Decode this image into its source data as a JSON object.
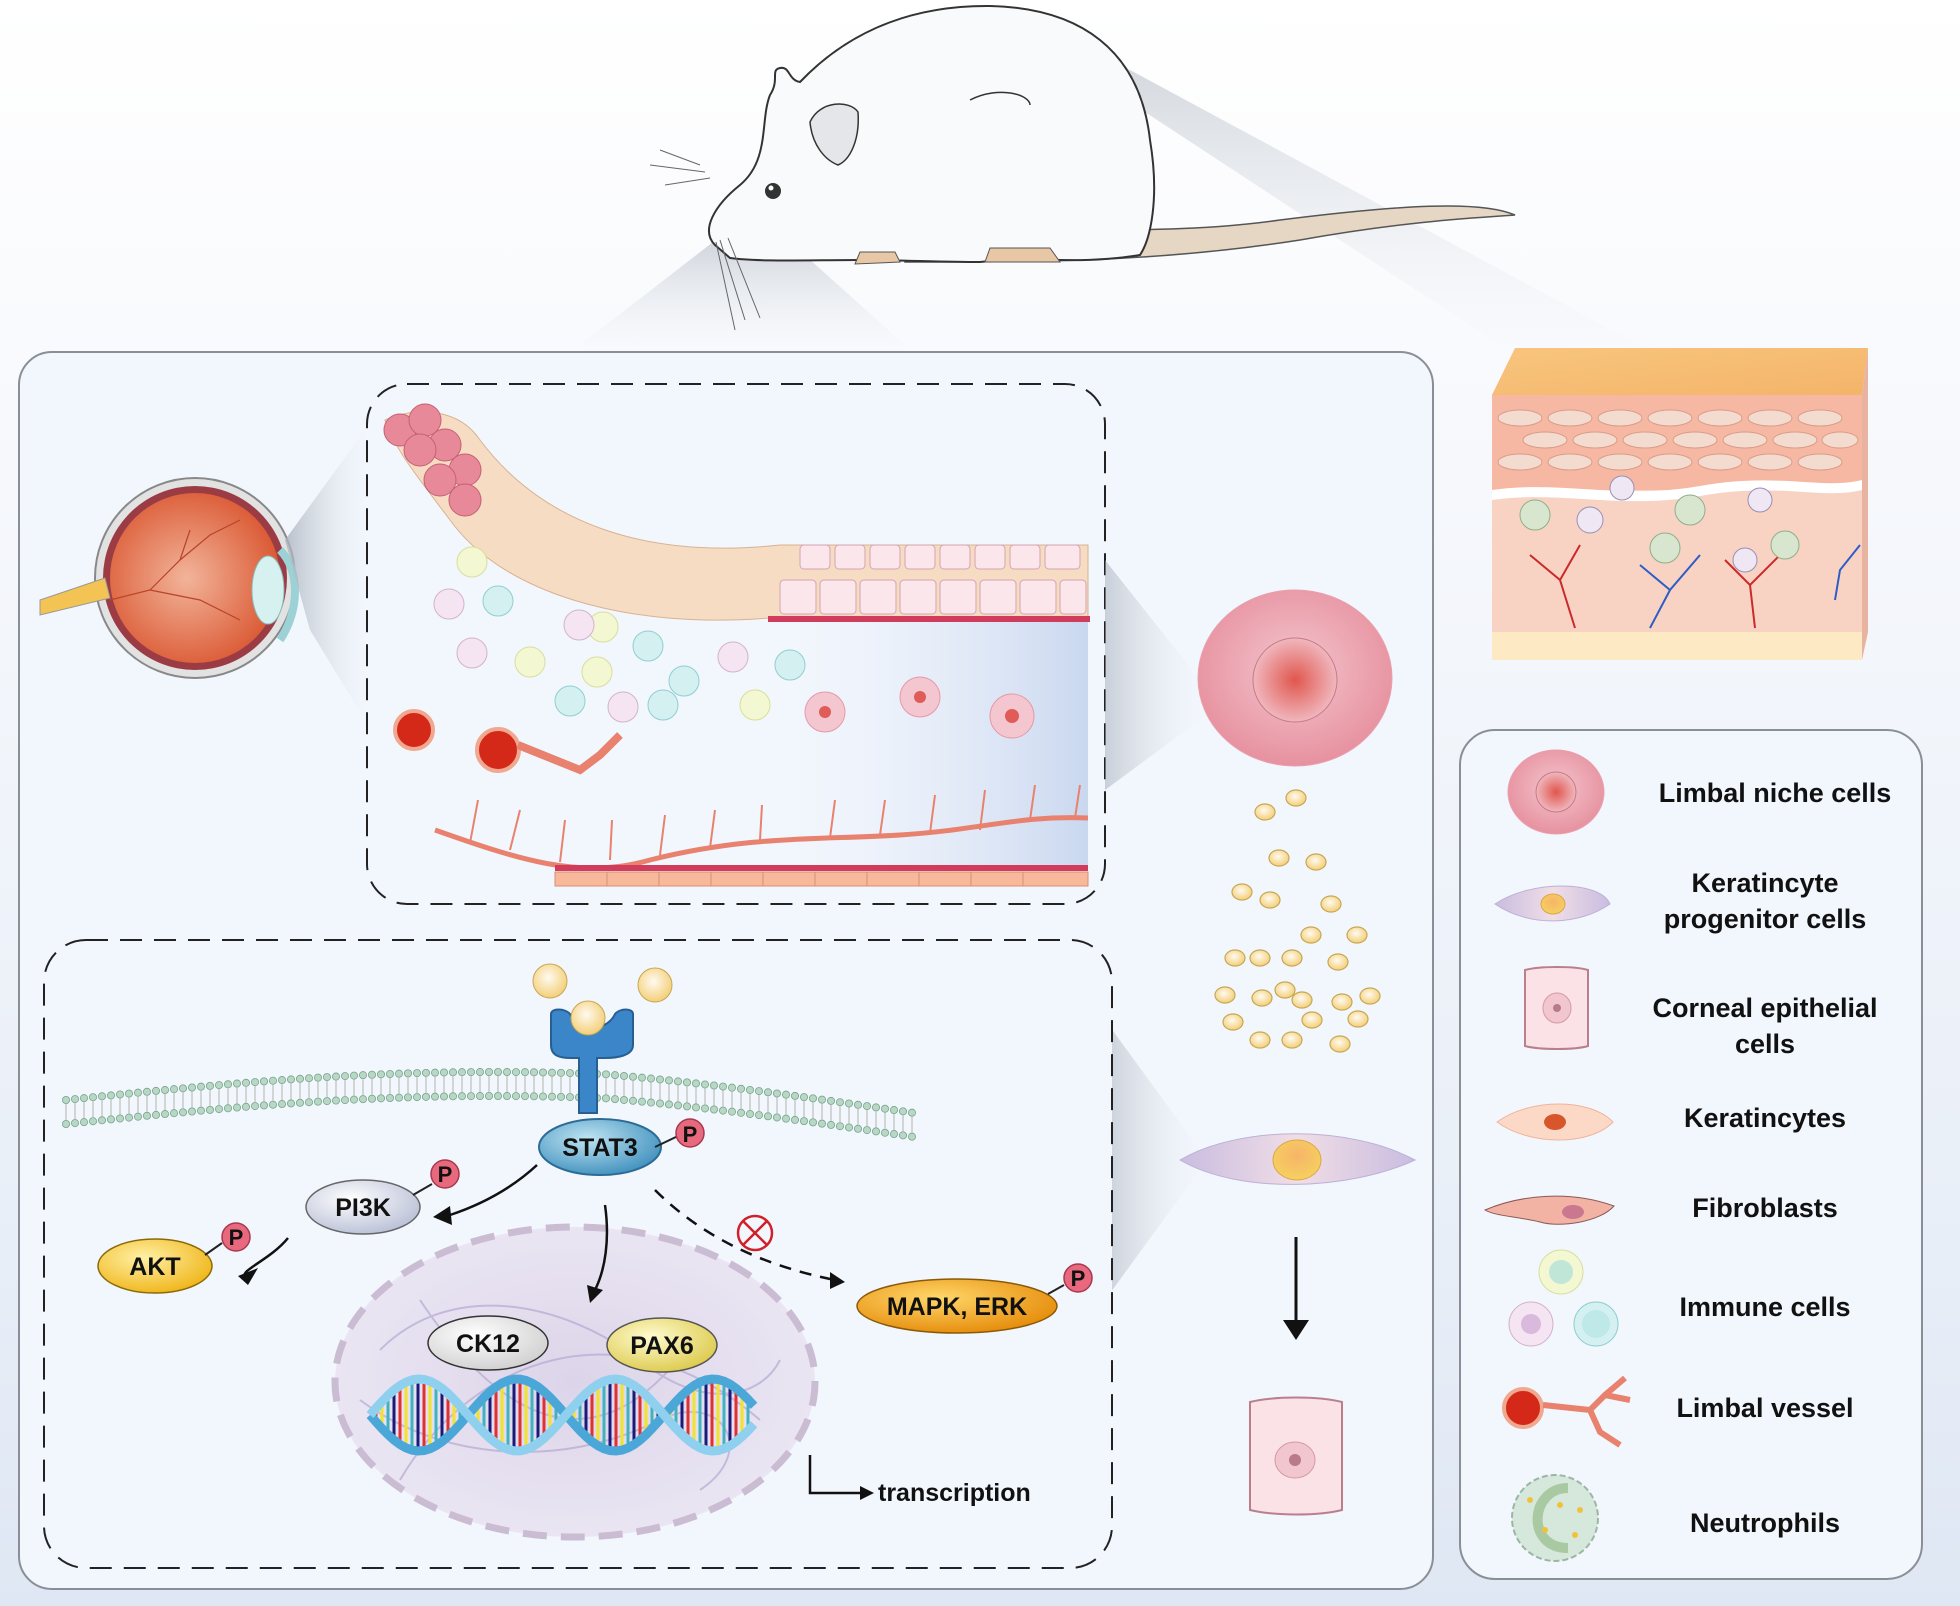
{
  "figure": {
    "subject": "mouse",
    "main_panel": {
      "pathway": {
        "receptor_ligand": "cytokine",
        "nodes": {
          "stat3": "STAT3",
          "pi3k": "PI3K",
          "akt": "AKT",
          "mapk_erk": "MAPK, ERK",
          "ck12": "CK12",
          "pax6": "PAX6",
          "phospho": "P"
        },
        "transcription_label": "transcription",
        "inhibition_symbol": "⊗"
      },
      "process": {
        "source": "Limbal niche cells",
        "target": "Keratincyte progenitor cells",
        "result": "Corneal epithelial cells"
      }
    },
    "legend": {
      "items": [
        {
          "icon": "limbal-niche-cell-icon",
          "label": "Limbal niche cells"
        },
        {
          "icon": "keratinocyte-progenitor-icon",
          "label": "Keratincyte\nprogenitor cells",
          "lines": [
            "Keratincyte",
            "progenitor cells"
          ]
        },
        {
          "icon": "corneal-epithelial-cell-icon",
          "label": "Corneal epithelial\ncells",
          "lines": [
            "Corneal epithelial",
            "cells"
          ]
        },
        {
          "icon": "keratinocyte-icon",
          "label": "Keratincytes"
        },
        {
          "icon": "fibroblast-icon",
          "label": "Fibroblasts"
        },
        {
          "icon": "immune-cells-icon",
          "label": "Immune cells"
        },
        {
          "icon": "limbal-vessel-icon",
          "label": "Limbal vessel"
        },
        {
          "icon": "neutrophil-icon",
          "label": "Neutrophils"
        }
      ]
    },
    "colors": {
      "receptor": "#3a86c8",
      "stat3": "#4fa3c9",
      "akt": "#f3c21c",
      "mapk": "#f0a012",
      "phospho": "#e8697d",
      "pax6": "#efe27a",
      "inhibit": "#d0202a",
      "cytokine": "#f6d98a"
    }
  }
}
